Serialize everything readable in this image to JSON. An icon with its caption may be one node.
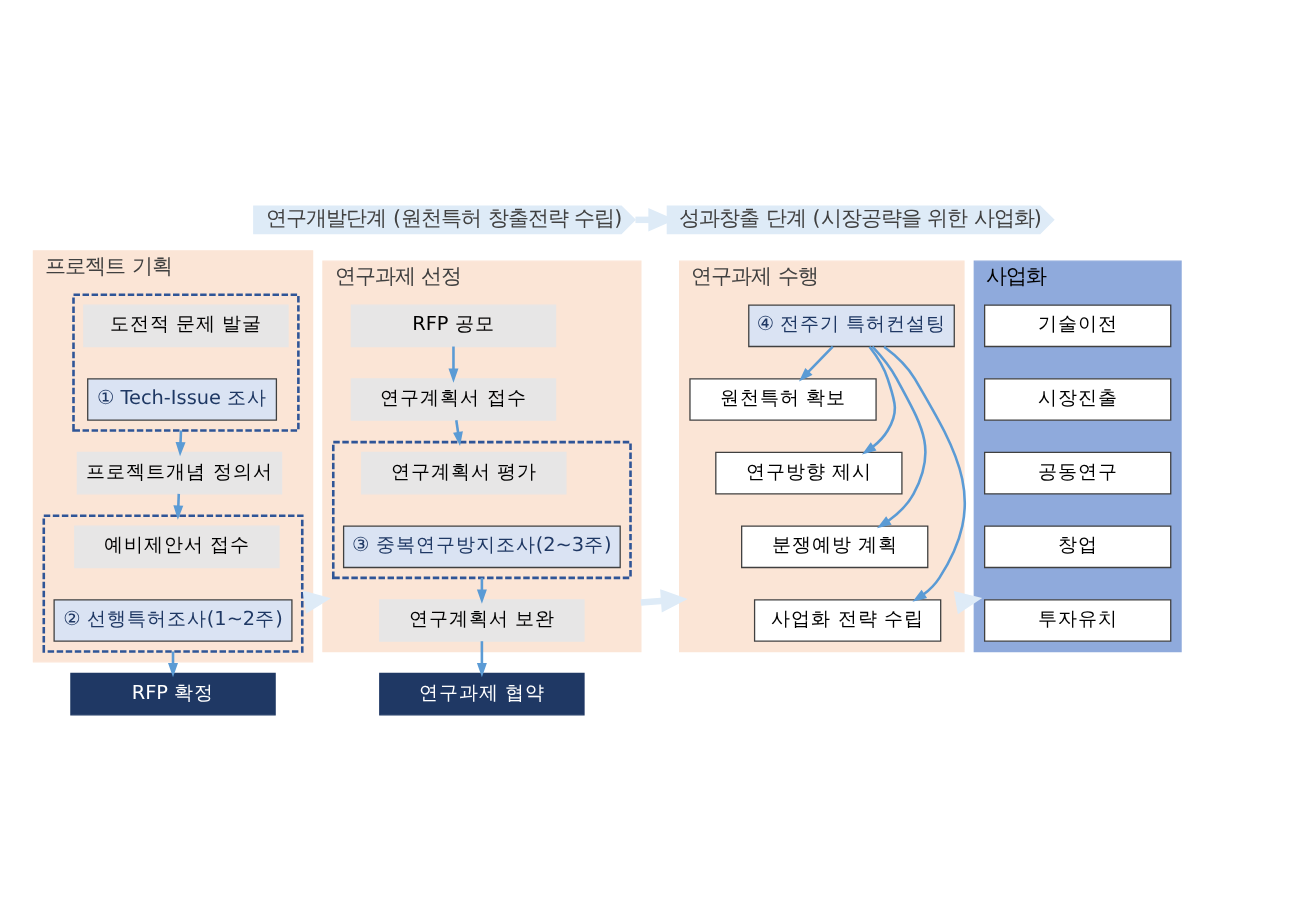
{
  "diagram": {
    "nodes": [
      {
        "text": [
          "연구개발단계 (원천특허 창출전략 수립)"
        ]
      },
      {
        "text": [
          "성과창출 단계 (시장공략을 위한 사업화)"
        ]
      },
      {
        "text": [
          "프로젝트 기획"
        ]
      },
      {
        "text": [],
        "shape": "box",
        "in": 2
      },
      {
        "text": [
          "도전적 문제 발굴"
        ],
        "in": 3
      },
      {
        "text": [
          "① Tech-Issue 조사"
        ],
        "in": 3
      },
      {
        "text": [
          "프로젝트개념 정의서"
        ],
        "in": 2
      },
      {
        "text": [],
        "shape": "box",
        "in": 2
      },
      {
        "text": [
          "예비제안서 접수"
        ],
        "in": 7
      },
      {
        "text": [
          "② 선행특허조사(1~2주)"
        ],
        "in": 7
      },
      {
        "text": [
          "RFP 확정"
        ]
      },
      {
        "text": [
          "연구과제 선정"
        ]
      },
      {
        "text": [
          "RFP 공모"
        ],
        "in": 11
      },
      {
        "text": [
          "연구계획서 접수"
        ],
        "in": 11
      },
      {
        "text": [],
        "shape": "box",
        "in": 11
      },
      {
        "text": [
          "연구계획서 평가"
        ],
        "in": 14
      },
      {
        "text": [
          "③ 중복연구방지조사(2~3주)"
        ],
        "in": 14
      },
      {
        "text": [
          "연구계획서 보완"
        ],
        "in": 11
      },
      {
        "text": [
          "연구과제 협약"
        ]
      },
      {
        "text": [
          "연구과제 수행"
        ]
      },
      {
        "text": [
          "④ 전주기 특허컨설팅"
        ],
        "in": 19
      },
      {
        "text": [
          "원천특허 확보"
        ],
        "in": 19
      },
      {
        "text": [
          "연구방향 제시"
        ],
        "in": 19
      },
      {
        "text": [
          "분쟁예방 계획"
        ],
        "in": 19
      },
      {
        "text": [
          "사업화 전략 수립"
        ],
        "in": 19
      },
      {
        "text": [
          "사업화"
        ]
      },
      {
        "text": [
          "기술이전"
        ],
        "in": 25
      },
      {
        "text": [
          "시장진출"
        ],
        "in": 25
      },
      {
        "text": [
          "공동연구"
        ],
        "in": 25
      },
      {
        "text": [
          "창업"
        ],
        "in": 25
      },
      {
        "text": [
          "투자유치"
        ],
        "in": 25
      }
    ],
    "edges": [
      {
        "from": 0,
        "to": 1,
        "arrow": "to",
        "color": "#deebf7",
        "style": "thick"
      },
      {
        "from": 3,
        "to": 6,
        "arrow": "to"
      },
      {
        "from": 6,
        "to": 7,
        "arrow": "to"
      },
      {
        "from": 7,
        "to": 10,
        "arrow": "to"
      },
      {
        "from": 12,
        "to": 13,
        "arrow": "to"
      },
      {
        "from": 13,
        "to": 14,
        "arrow": "to"
      },
      {
        "from": 14,
        "to": 17,
        "arrow": "to"
      },
      {
        "from": 17,
        "to": 18,
        "arrow": "to"
      },
      {
        "from": 20,
        "to": 21,
        "arrow": "to"
      },
      {
        "from": 20,
        "to": 22,
        "arrow": "to"
      },
      {
        "from": 20,
        "to": 23,
        "arrow": "to"
      },
      {
        "from": 20,
        "to": 24,
        "arrow": "to"
      },
      {
        "from": 2,
        "to": 11,
        "arrow": "to",
        "color": "#deebf7",
        "style": "thick"
      },
      {
        "from": 11,
        "to": 19,
        "arrow": "to",
        "color": "#deebf7",
        "style": "thick"
      },
      {
        "from": 19,
        "to": 25,
        "arrow": "to",
        "color": "#deebf7",
        "style": "thick"
      }
    ]
  }
}
